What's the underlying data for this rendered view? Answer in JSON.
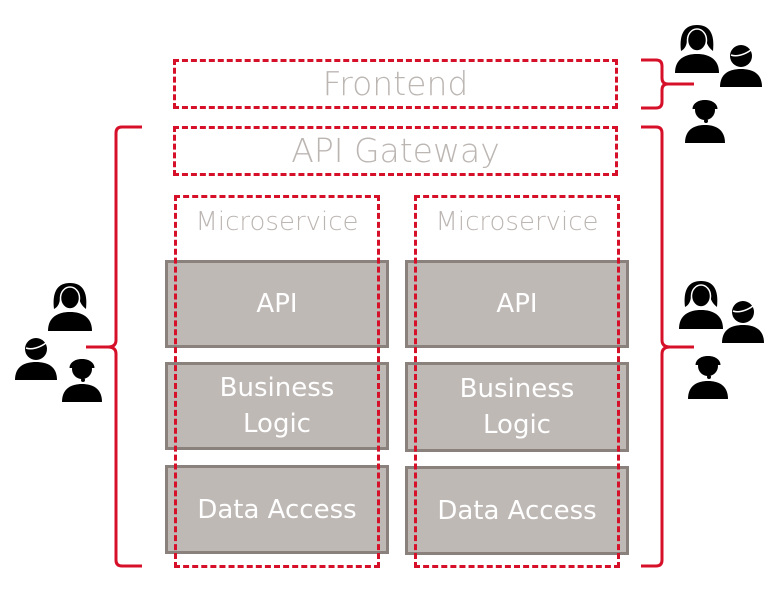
{
  "diagram": {
    "frontend": {
      "label": "Frontend"
    },
    "api_gateway": {
      "label": "API Gateway"
    },
    "microservices": [
      {
        "label": "Microservice",
        "layers": [
          {
            "label": "API"
          },
          {
            "label": "Business",
            "label2": "Logic"
          },
          {
            "label": "Data Access"
          }
        ]
      },
      {
        "label": "Microservice",
        "layers": [
          {
            "label": "API"
          },
          {
            "label": "Business",
            "label2": "Logic"
          },
          {
            "label": "Data Access"
          }
        ]
      }
    ],
    "user_groups": [
      {
        "name": "frontend-team",
        "members": [
          "woman-icon",
          "man-icon",
          "support-agent-icon"
        ]
      },
      {
        "name": "backend-team-left",
        "members": [
          "woman-icon",
          "man-icon",
          "support-agent-icon"
        ]
      },
      {
        "name": "backend-team-right",
        "members": [
          "woman-icon",
          "man-icon",
          "support-agent-icon"
        ]
      }
    ],
    "colors": {
      "accent_red": "#d7102a",
      "layer_fill": "#bfb9b6",
      "layer_border": "#8a807c",
      "label_gray": "#bcb6b3",
      "icon_black": "#000000"
    }
  }
}
